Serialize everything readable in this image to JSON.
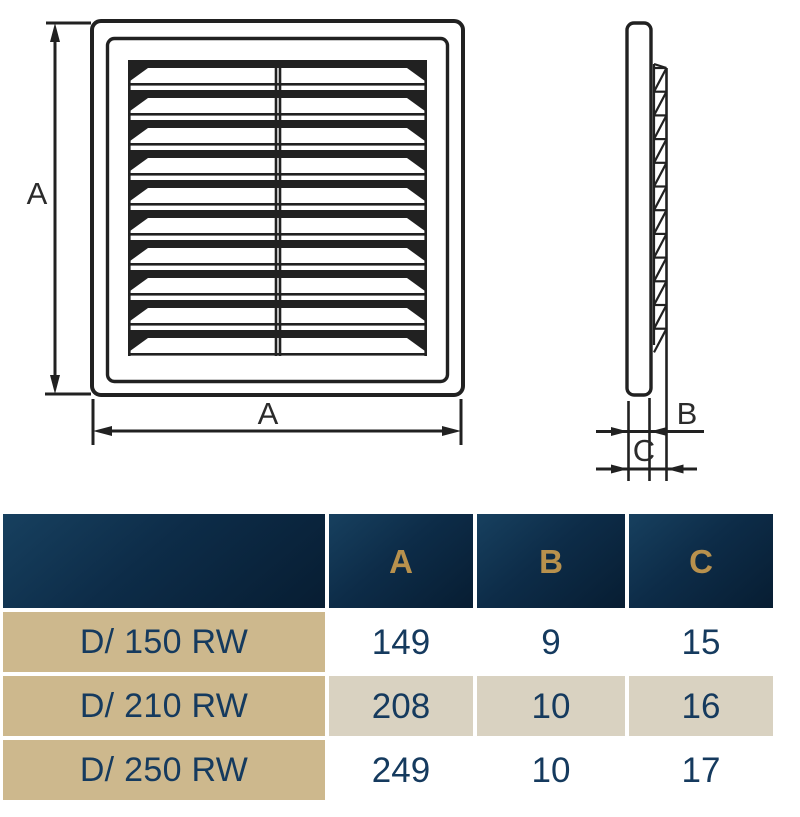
{
  "drawing": {
    "front_view": {
      "height_dim_label": "A",
      "width_dim_label": "A"
    },
    "side_view": {
      "thickness_dim_label": "B",
      "depth_dim_label": "C"
    },
    "line_color": "#212121"
  },
  "table": {
    "header_columns": [
      "A",
      "B",
      "C"
    ],
    "rows": [
      {
        "model": "D/ 150 RW",
        "A": "149",
        "B": "9",
        "C": "15"
      },
      {
        "model": "D/ 210 RW",
        "A": "208",
        "B": "10",
        "C": "16"
      },
      {
        "model": "D/ 250 RW",
        "A": "249",
        "B": "10",
        "C": "17"
      }
    ],
    "colors": {
      "header_bg": "#0c2941",
      "header_text": "#b8914d",
      "model_cell_bg": "#cdb88d",
      "alt_row_bg": "#d9d2c1",
      "value_text": "#153a5e"
    }
  }
}
